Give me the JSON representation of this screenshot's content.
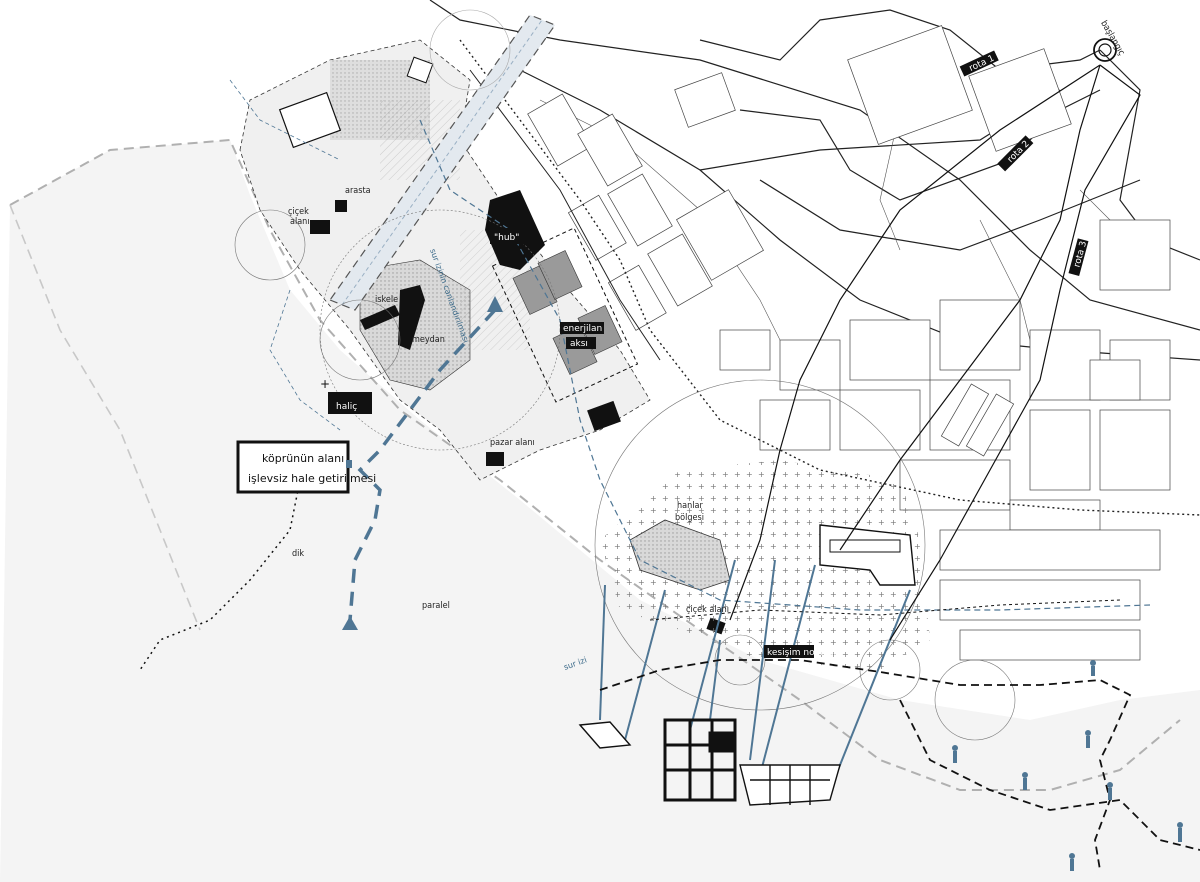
{
  "colors": {
    "background": "#ffffff",
    "water": "#f2f2f2",
    "accent_blue": "#4f7694",
    "line_dark": "#111111",
    "grey_dash": "#b0b0b0"
  },
  "labels": {
    "arasta": "arasta",
    "cicek_alani_1": "çiçek",
    "cicek_alani_2": "alanı",
    "iskele": "iskele",
    "meydan": "meydan",
    "hub": "\"hub\"",
    "enerji_1": "enerjilan",
    "enerji_2": "aksı",
    "sur_izi": "sur izinin canlandırılması",
    "halic": "haliç",
    "pazar": "pazar alanı",
    "hanlar_1": "hanlar",
    "hanlar_2": "bölgesi",
    "cicek_alani_3": "çiçek alanı",
    "kesisim": "kesişim noktası",
    "paralel": "paralel",
    "dik": "dik",
    "sur_izi_small": "sur izi",
    "rota1": "rota 1",
    "rota2": "rota 2",
    "rota3": "rota 3",
    "baslangic": "başlangıç"
  },
  "callout": {
    "line1": "köprünün alanı",
    "line2": "işlevsiz hale getirilmesi"
  }
}
